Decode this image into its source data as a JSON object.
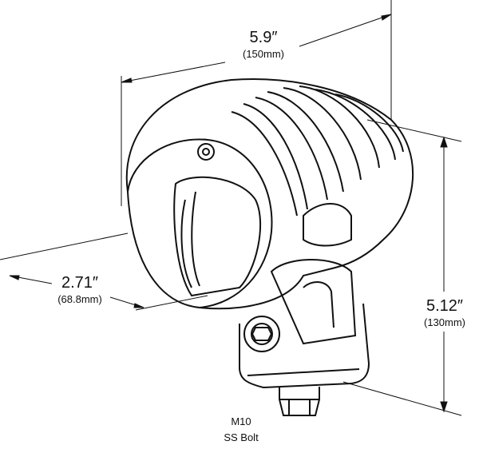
{
  "dimensions": {
    "width": {
      "inches": "5.9″",
      "mm": "(150mm)"
    },
    "depth": {
      "inches": "2.71″",
      "mm": "(68.8mm)"
    },
    "height": {
      "inches": "5.12″",
      "mm": "(130mm)"
    }
  },
  "bolt": {
    "line1": "M10",
    "line2": "SS Bolt"
  },
  "colors": {
    "line": "#111111",
    "background": "#ffffff"
  }
}
